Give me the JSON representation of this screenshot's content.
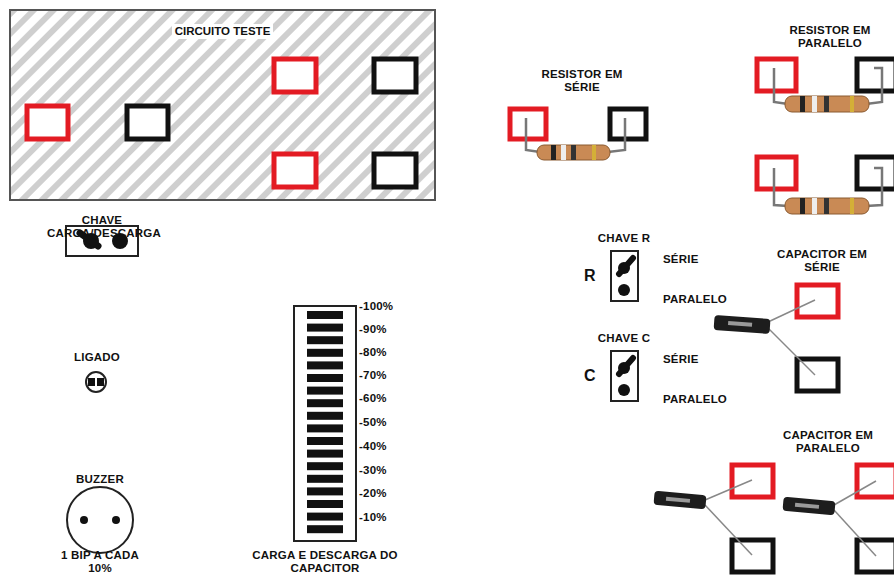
{
  "diagram": {
    "nodes": [
      {
        "text": [
          "CIRCUITO TESTE"
        ]
      }
    ],
    "labels": [
      "RESISTOR EM SÉRIE",
      "RESISTOR EM PARALELO",
      "CHAVE CARGA/DESCARGA",
      "LIGADO",
      "BUZZER",
      "1 BIP A CADA 10%",
      "-100%",
      "-90%",
      "-80%",
      "-70%",
      "-60%",
      "-50%",
      "-40%",
      "-30%",
      "-20%",
      "-10%",
      "CARGA E DESCARGA DO CAPACITOR",
      "CHAVE R",
      "R",
      "SÉRIE",
      "PARALELO",
      "CHAVE C",
      "C",
      "SÉRIE",
      "PARALELO",
      "CAPACITOR EM SÉRIE",
      "CAPACITOR EM PARALELO"
    ]
  }
}
